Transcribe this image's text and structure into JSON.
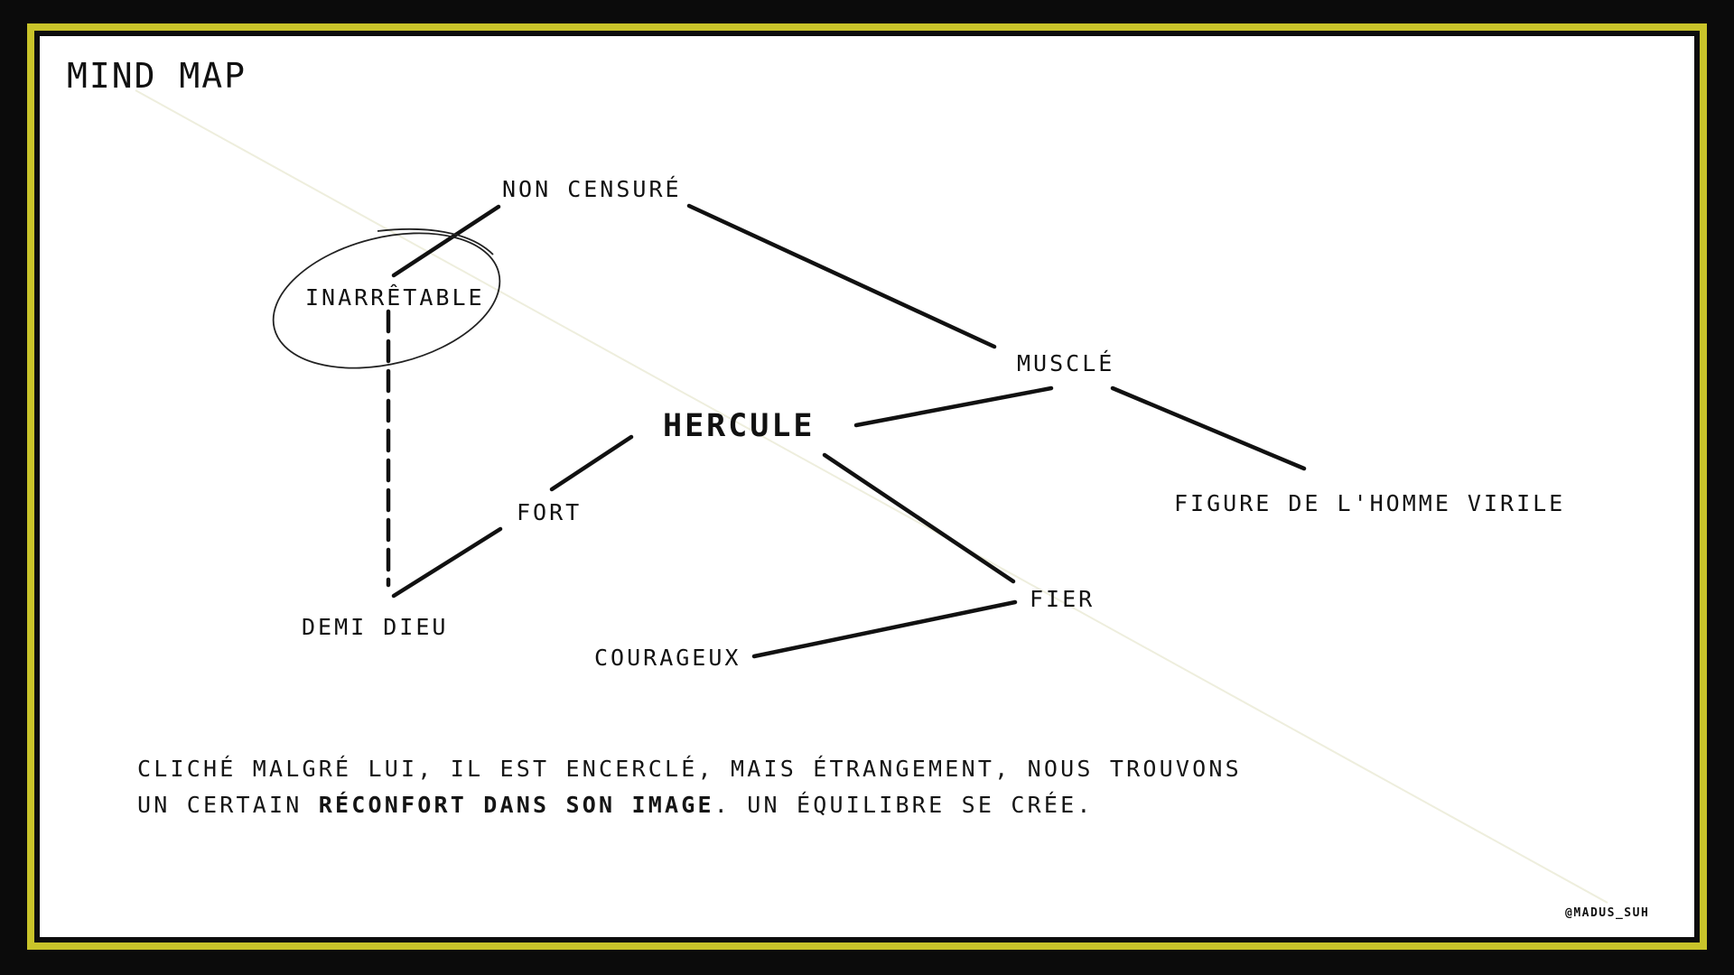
{
  "title": "MIND MAP",
  "central": "HERCULE",
  "nodes": {
    "non_censure": "NON CENSURÉ",
    "inarretable": "INARRÊTABLE",
    "muscle": "MUSCLÉ",
    "figure": "FIGURE DE L'HOMME VIRILE",
    "fort": "FORT",
    "demi_dieu": "DEMI DIEU",
    "fier": "FIER",
    "courageux": "COURAGEUX"
  },
  "caption": {
    "line1": "CLICHÉ MALGRÉ LUI, IL EST ENCERCLÉ, MAIS ÉTRANGEMENT, NOUS TROUVONS",
    "line2_start": "UN CERTAIN ",
    "line2_bold": "RÉCONFORT DANS SON IMAGE",
    "line2_end": ". UN ÉQUILIBRE SE CRÉE."
  },
  "credit": "@MADUS_SUH",
  "colors": {
    "frame": "#c9c42a",
    "ink": "#111111",
    "paper": "#ffffff"
  }
}
